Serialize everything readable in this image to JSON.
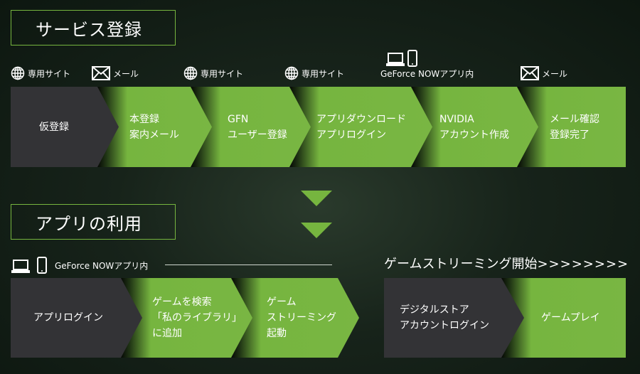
{
  "section1": {
    "title": "サービス登録",
    "channels": [
      {
        "icon": "globe-icon",
        "label": "専用サイト"
      },
      {
        "icon": "mail-icon",
        "label": "メール"
      },
      {
        "icon": "globe-icon",
        "label": "専用サイト"
      },
      {
        "icon": "globe-icon",
        "label": "専用サイト"
      },
      {
        "icon": "laptop-phone-icon",
        "label": "GeForce NOWアプリ内"
      },
      {
        "icon": "mail-icon",
        "label": "メール"
      }
    ],
    "steps": [
      {
        "l1": "仮登録",
        "l2": ""
      },
      {
        "l1": "本登録",
        "l2": "案内メール"
      },
      {
        "l1": "GFN",
        "l2": "ユーザー登録"
      },
      {
        "l1": "アプリダウンロード",
        "l2": "アプリログイン"
      },
      {
        "l1": "NVIDIA",
        "l2": "アカウント作成"
      },
      {
        "l1": "メール確認",
        "l2": "登録完了"
      }
    ]
  },
  "section2": {
    "title": "アプリの利用",
    "channel": "GeForce NOWアプリ内",
    "steps": [
      {
        "l1": "アプリログイン"
      },
      {
        "l1": "ゲームを検索",
        "l2": "「私のライブラリ」",
        "l3": "に追加"
      },
      {
        "l1": "ゲーム",
        "l2": "ストリーミング",
        "l3": "起動"
      }
    ],
    "streaming": {
      "heading": "ゲームストリーミング開始",
      "chevrons": ">>>>>>>>",
      "steps": [
        {
          "l1": "デジタルストア",
          "l2": "アカウントログイン"
        },
        {
          "l1": "ゲームプレイ"
        }
      ]
    }
  },
  "colors": {
    "accent": "#76b53f",
    "dark": "#333336"
  }
}
